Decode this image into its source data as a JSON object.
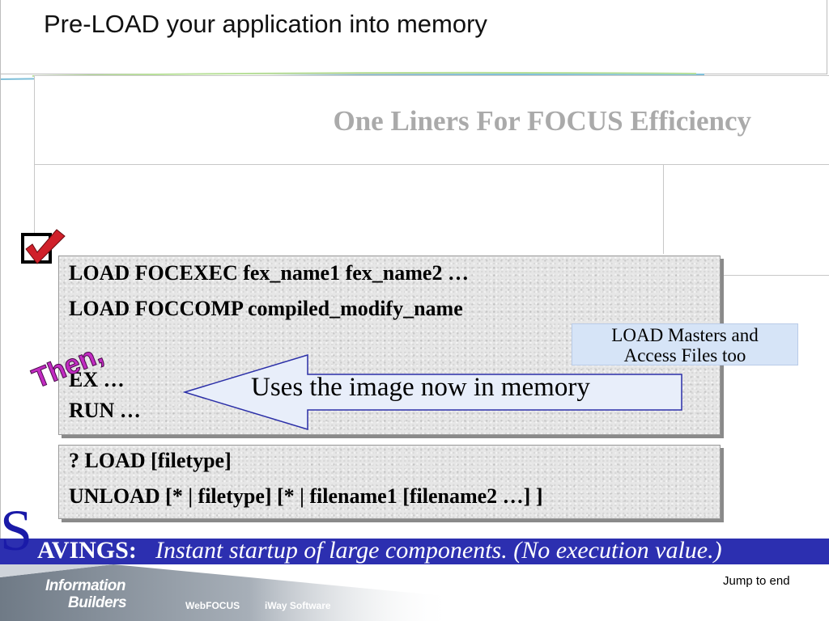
{
  "slide": {
    "title": "Pre-LOAD your application into memory",
    "subtitle": "One Liners For FOCUS Efficiency",
    "code_lines": [
      "LOAD FOCEXEC fex_name1  fex_name2 …",
      "LOAD FOCCOMP compiled_modify_name",
      "EX …",
      "RUN …"
    ],
    "then_label": "Then,",
    "note_lines": [
      "LOAD Masters and",
      "Access Files too"
    ],
    "arrow_text": "Uses the image now in memory",
    "command_lines": [
      "? LOAD [filetype]",
      "UNLOAD [* | filetype]  [* | filename1  [filename2 …] ]"
    ],
    "savings": {
      "initial": "S",
      "label_rest": "AVINGS:",
      "text": "Instant startup of large components. (No execution value.)"
    }
  },
  "footer": {
    "logo_line1": "Information",
    "logo_line2": "Builders",
    "product1": "WebFOCUS",
    "product2": "iWay Software",
    "jump_link": "Jump to end"
  },
  "icons": {
    "checkbox": "checkmark-checkbox-icon",
    "arrow": "left-arrow-callout-icon"
  },
  "colors": {
    "savings_bar": "#2c2fb0",
    "note_bg": "#d6e4f7",
    "then_text": "#c22bc2",
    "check_red": "#d0202a",
    "subtitle_gray": "#aaaaaa"
  }
}
